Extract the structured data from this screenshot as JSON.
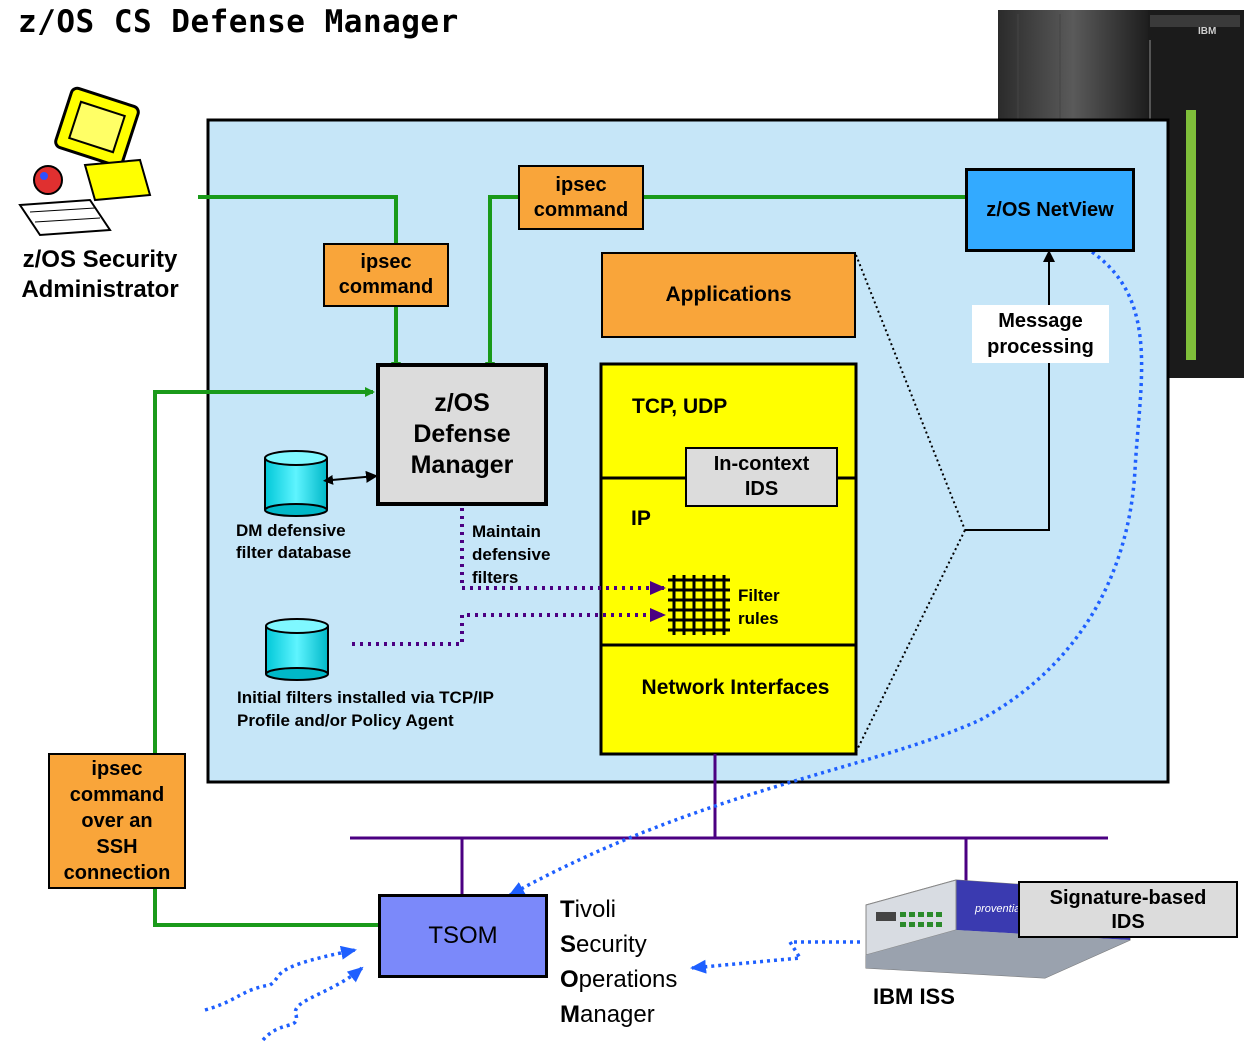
{
  "title": "z/OS CS Defense Manager",
  "admin": {
    "line1": "z/OS Security",
    "line2": "Administrator"
  },
  "ipsec_top": {
    "line1": "ipsec",
    "line2": "command"
  },
  "ipsec_left": {
    "line1": "ipsec",
    "line2": "command"
  },
  "ipsec_ssh": {
    "line1": "ipsec",
    "line2": "command",
    "line3": "over an",
    "line4": "SSH",
    "line5": "connection"
  },
  "netview": "z/OS NetView",
  "applications": "Applications",
  "message_processing": {
    "line1": "Message",
    "line2": "processing"
  },
  "defense_manager": {
    "line1": "z/OS",
    "line2": "Defense",
    "line3": "Manager"
  },
  "dm_db": {
    "line1": "DM defensive",
    "line2": "filter database"
  },
  "maintain": {
    "line1": "Maintain",
    "line2": "defensive",
    "line3": "filters"
  },
  "initial_filters": {
    "line1": "Initial filters installed via TCP/IP",
    "line2": "Profile and/or Policy Agent"
  },
  "stack": {
    "tcp": "TCP, UDP",
    "ids": {
      "line1": "In-context",
      "line2": "IDS"
    },
    "ip": "IP",
    "filter": {
      "line1": "Filter",
      "line2": "rules"
    },
    "netif": "Network Interfaces"
  },
  "tsom": "TSOM",
  "tivoli": [
    {
      "first": "T",
      "rest": "ivoli"
    },
    {
      "first": "S",
      "rest": "ecurity"
    },
    {
      "first": "O",
      "rest": "perations"
    },
    {
      "first": "M",
      "rest": "anager"
    }
  ],
  "sigids": {
    "line1": "Signature-based",
    "line2": "IDS"
  },
  "iss_label": "IBM ISS",
  "mainframe_badge": "IBM",
  "appliance_text": "proventia network",
  "colors": {
    "panel": "#c6e6f8",
    "orange": "#f9a53a",
    "yellow": "#ffff00",
    "netview": "#33aaff",
    "tsom": "#7b89fa",
    "green": "#1a9a1a",
    "purple": "#4b0082",
    "blue_dotted": "#1e5fff"
  }
}
